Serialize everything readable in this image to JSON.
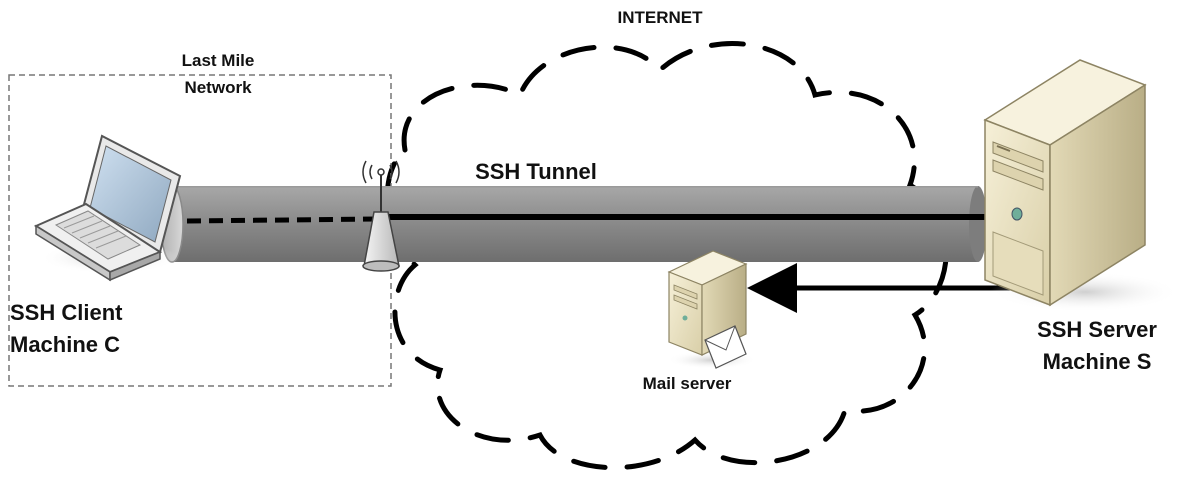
{
  "labels": {
    "internet": "INTERNET",
    "last_mile_line1": "Last Mile",
    "last_mile_line2": "Network",
    "ssh_tunnel": "SSH Tunnel",
    "client_line1": "SSH Client",
    "client_line2": "Machine C",
    "server_line1": "SSH Server",
    "server_line2": "Machine S",
    "mail_server": "Mail server"
  },
  "icons": {
    "client": "laptop-icon",
    "access_point": "wireless-router-icon",
    "server": "tower-server-icon",
    "mail": "mail-server-icon"
  },
  "colors": {
    "tunnel": "#8f8f8f",
    "tunnel_light": "#c4c4c4",
    "line": "#000000",
    "box_border": "#777777",
    "server_body": "#efe8cc"
  }
}
